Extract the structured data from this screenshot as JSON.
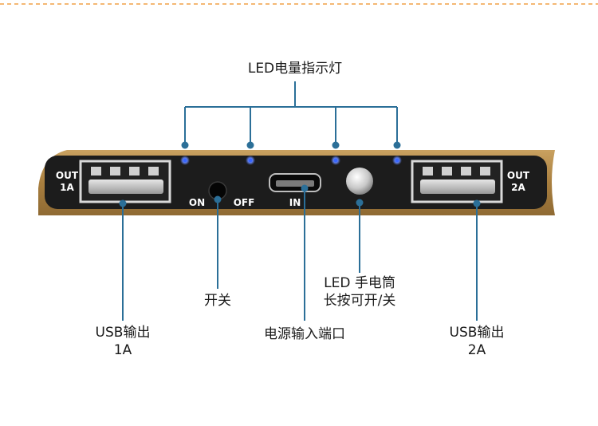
{
  "callouts": {
    "led_indicator": "LED电量指示灯",
    "switch": "开关",
    "usb1": [
      "USB输出",
      "1A"
    ],
    "usb2": [
      "USB输出",
      "2A"
    ],
    "power_input": "电源输入端口",
    "flashlight": [
      "LED 手电筒",
      "长按可开/关"
    ]
  },
  "panel": {
    "out1": [
      "OUT",
      "1A"
    ],
    "out2": [
      "OUT",
      "2A"
    ],
    "on": "ON",
    "off": "OFF",
    "in": "IN"
  },
  "colors": {
    "callout_line": "#2b6f98",
    "panel": "#1c1c1c",
    "bevel": "#b58a48",
    "led": "#3a66ff",
    "dashed_border": "#f0a046"
  }
}
